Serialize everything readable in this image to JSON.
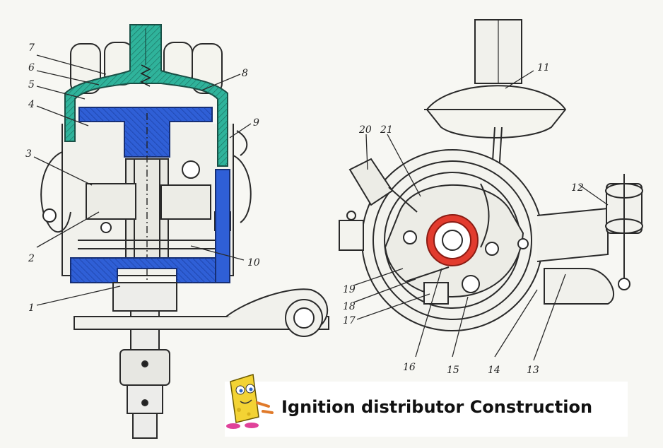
{
  "caption": "Ignition distributor Construction",
  "colors": {
    "cap": "#2fb39b",
    "rotor": "#2f5fd6",
    "highlight": "#e23b2e",
    "line": "#2a2a2a",
    "paper": "#f7f7f3"
  },
  "icons": [
    "mascot-icon"
  ],
  "labels": {
    "l1": "1",
    "l2": "2",
    "l3": "3",
    "l4": "4",
    "l5": "5",
    "l6": "6",
    "l7": "7",
    "l8": "8",
    "l9": "9",
    "l10": "10",
    "l11": "11",
    "l12": "12",
    "l13": "13",
    "l14": "14",
    "l15": "15",
    "l16": "16",
    "l17": "17",
    "l18": "18",
    "l19": "19",
    "l20": "20",
    "l21": "21"
  }
}
